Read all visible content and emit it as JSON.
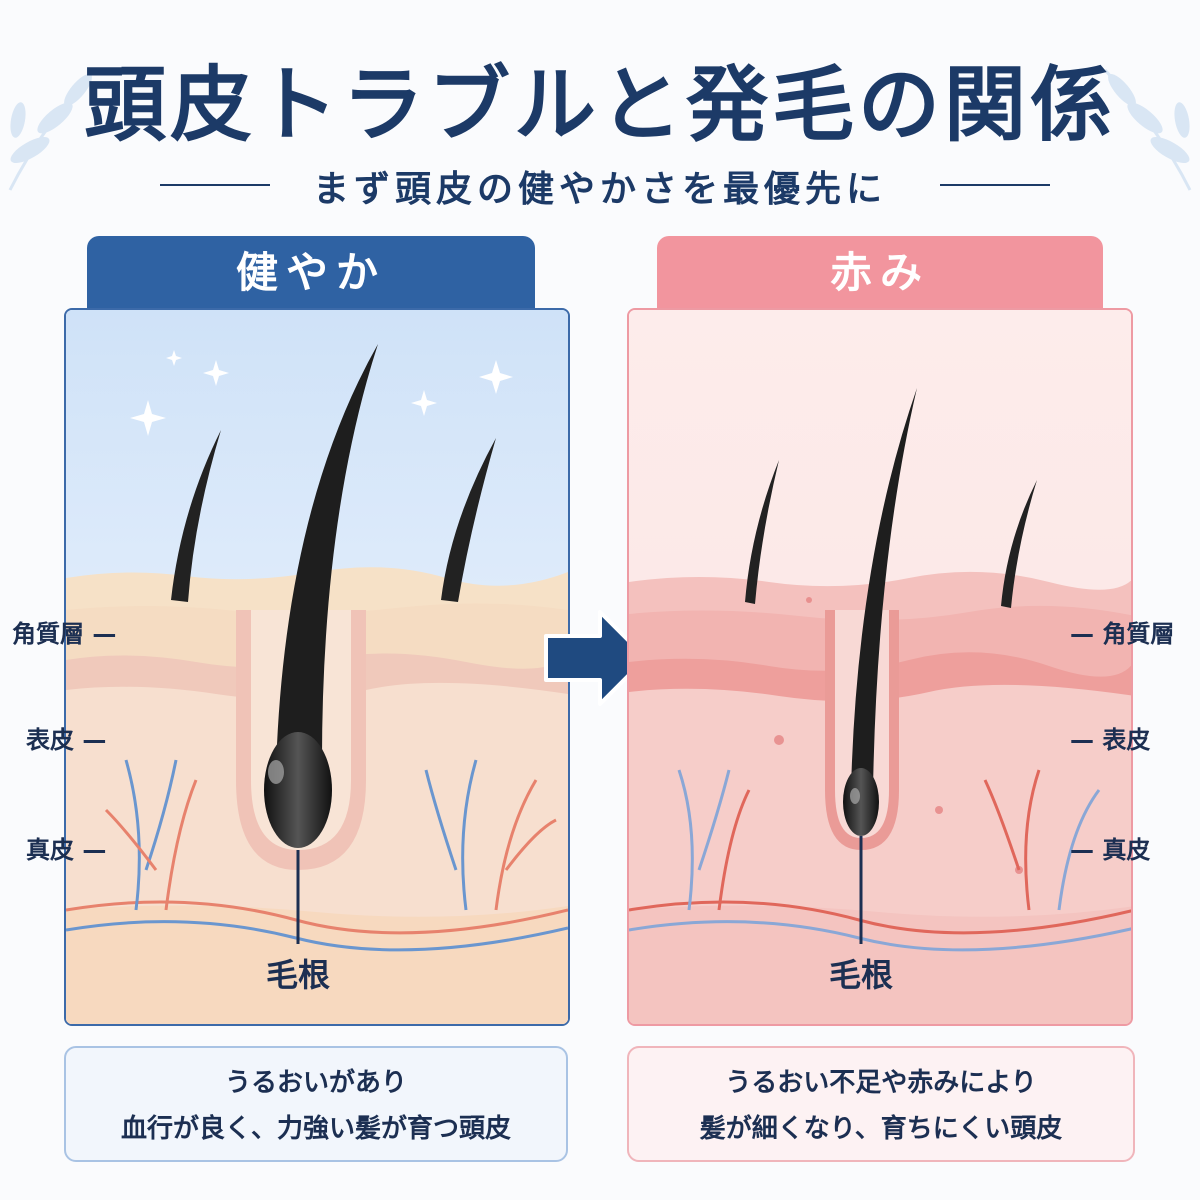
{
  "title": "頭皮トラブルと発毛の関係",
  "subtitle": "まず頭皮の健やかさを最優先に",
  "panels": {
    "healthy": {
      "tab_label": "健やか",
      "layer_labels": [
        "角質層 —",
        "表皮 —",
        "真皮 —"
      ],
      "root_label": "毛根",
      "description_lines": [
        "うるおいがあり",
        "血行が良く、力強い髪が育つ頭皮"
      ]
    },
    "red": {
      "tab_label": "赤み",
      "layer_labels": [
        "— 角質層",
        "— 表皮",
        "— 真皮"
      ],
      "root_label": "毛根",
      "description_lines": [
        "うるおい不足や赤みにより",
        "髪が細くなり、育ちにくい頭皮"
      ]
    }
  },
  "colors": {
    "navy": "#1c3a67",
    "healthy_accent": "#2f62a3",
    "red_accent": "#f2959e",
    "arrow": "#1f4a80"
  },
  "icons": [
    "leaf-decoration-icon",
    "sparkle-icon",
    "right-arrow-icon"
  ]
}
